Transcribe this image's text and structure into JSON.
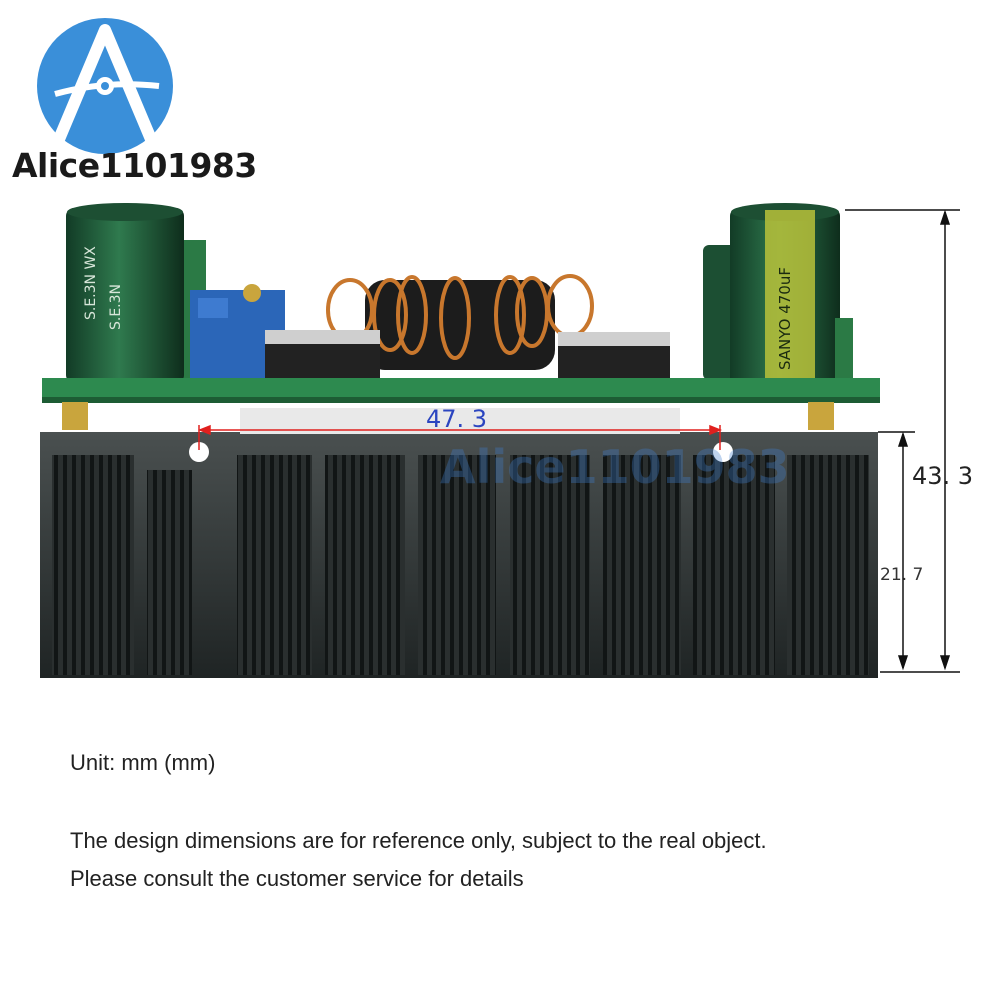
{
  "brand": {
    "name": "Alice1101983",
    "logo_icon": "circle-a-logo-icon",
    "color": "#3a8fd9"
  },
  "watermark": {
    "text": "Alice1101983"
  },
  "product": {
    "components": {
      "left_capacitor": "electrolytic-capacitor-icon",
      "right_capacitor": "electrolytic-capacitor-icon",
      "inductor": "toroidal-inductor-icon",
      "trimmer": "blue-potentiometer-icon",
      "heatsink": "finned-heatsink-icon",
      "pcb": "green-pcb-icon"
    },
    "capacitor_marking_left": "S.E.3N WX",
    "capacitor_marking_right": "SANYO 470uF"
  },
  "dimensions": {
    "width": "47. 3",
    "total_height": "43. 3",
    "heatsink_height": "21. 7",
    "width_color": "#2b45c0",
    "arrow_color": "#e0201e"
  },
  "text": {
    "unit": "Unit: mm (mm)",
    "note_line1": "The design dimensions are for reference only, subject to the real object.",
    "note_line2": "Please consult the customer service for details"
  }
}
